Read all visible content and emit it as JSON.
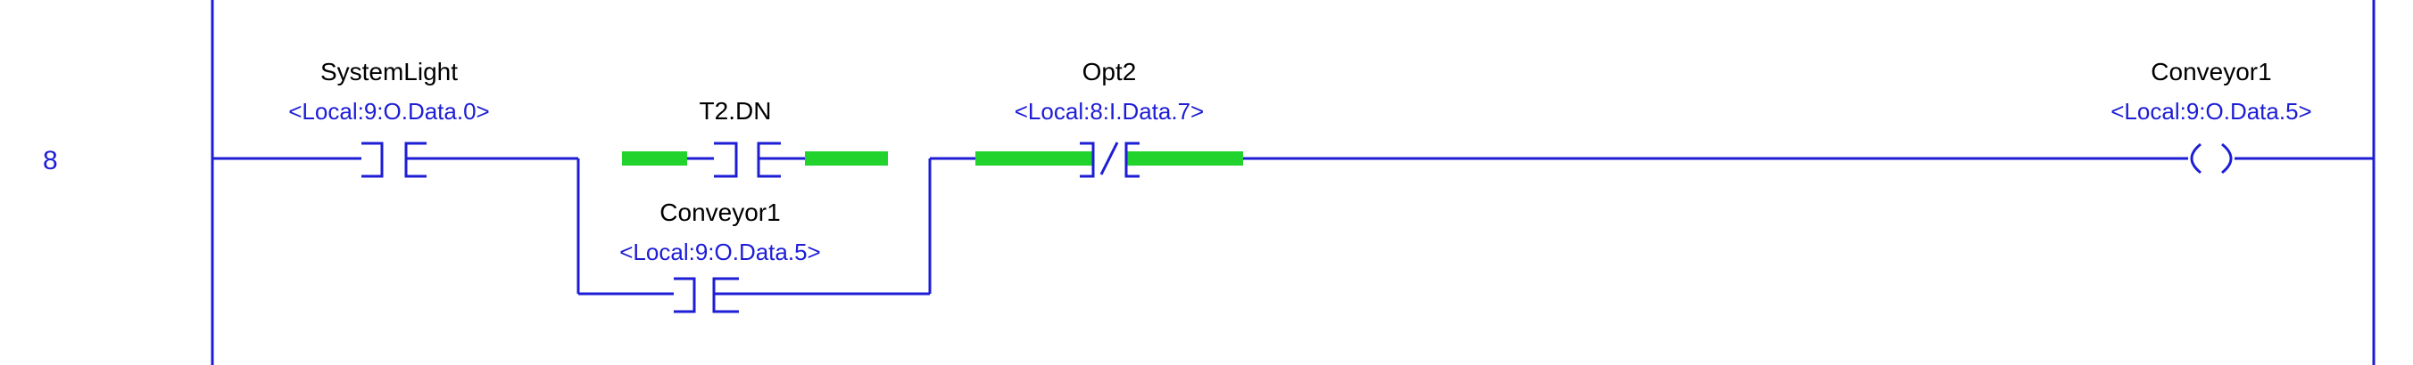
{
  "rung": {
    "number": "8",
    "colors": {
      "wire": "#1d1dd6",
      "energized": "#22d32e",
      "tag": "#000000",
      "address": "#1d1dd6"
    },
    "elements": [
      {
        "id": "systemlight",
        "type": "XIC",
        "tag": "SystemLight",
        "address": "<Local:9:O.Data.0>",
        "energized": false
      },
      {
        "id": "t2dn",
        "type": "XIC",
        "tag": "T2.DN",
        "address": "",
        "energized": true
      },
      {
        "id": "conveyor1-branch",
        "type": "XIC",
        "tag": "Conveyor1",
        "address": "<Local:9:O.Data.5>",
        "energized": false
      },
      {
        "id": "opt2",
        "type": "XIO",
        "tag": "Opt2",
        "address": "<Local:8:I.Data.7>",
        "energized": true
      },
      {
        "id": "conveyor1-coil",
        "type": "OTE",
        "tag": "Conveyor1",
        "address": "<Local:9:O.Data.5>",
        "energized": false
      }
    ]
  }
}
